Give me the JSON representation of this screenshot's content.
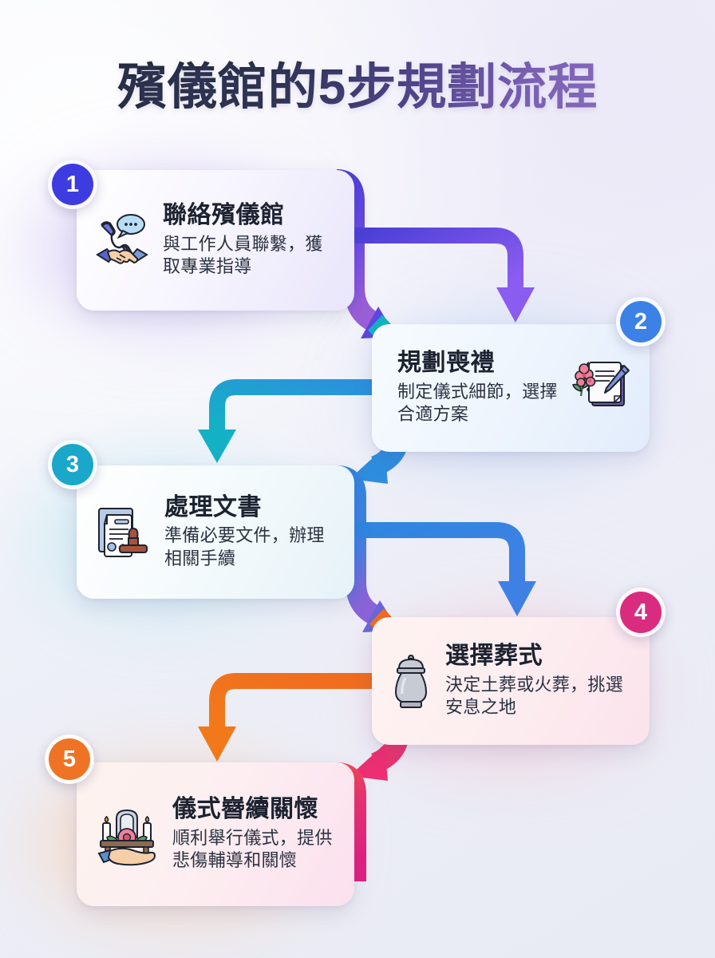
{
  "page": {
    "title": "殯儀館的5步規劃流程",
    "background_color": "#eceef6"
  },
  "steps": [
    {
      "number": "1",
      "title": "聯絡殯儀館",
      "description": "與工作人員聯繫，獲取專業指導",
      "badge_color": "#3d3ce0",
      "icon": "phone-handshake-icon"
    },
    {
      "number": "2",
      "title": "規劃喪禮",
      "description": "制定儀式細節，選擇合適方案",
      "badge_color": "#3b81e6",
      "icon": "notepad-pen-flowers-icon"
    },
    {
      "number": "3",
      "title": "處理文書",
      "description": "準備必要文件，辦理相關手續",
      "badge_color": "#1aa7c9",
      "icon": "document-stamp-icon"
    },
    {
      "number": "4",
      "title": "選擇葬式",
      "description": "決定土葬或火葬，挑選安息之地",
      "badge_color": "#d92c7f",
      "icon": "funeral-urn-icon"
    },
    {
      "number": "5",
      "title": "儀式嶜續關懷",
      "description": "順利舉行儀式，提供悲傷輔導和關懷",
      "badge_color": "#ef7325",
      "icon": "memorial-altar-hand-icon"
    }
  ],
  "connectors": [
    {
      "from": "1",
      "to": "2",
      "color_start": "#4b3fd6",
      "color_end": "#8b5cf0"
    },
    {
      "from": "2",
      "to": "3",
      "color_start": "#17a8c4",
      "color_end": "#2f8ddf"
    },
    {
      "from": "3",
      "to": "4",
      "color_start": "#2f86e0",
      "color_end": "#4f7ee6"
    },
    {
      "from": "4",
      "to": "5",
      "color_start": "#f2701a",
      "color_end": "#e8336f"
    }
  ]
}
